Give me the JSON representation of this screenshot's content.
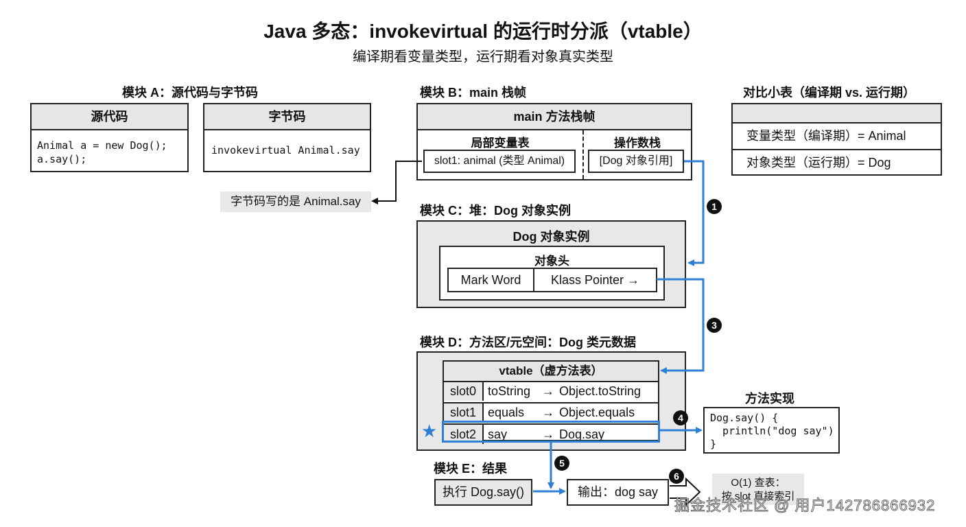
{
  "title": "Java 多态：invokevirtual 的运行时分派（vtable）",
  "subtitle": "编译期看变量类型，运行期看对象真实类型",
  "moduleA": {
    "label": "模块 A：源代码与字节码",
    "source": {
      "header": "源代码",
      "lines": [
        "Animal a = new Dog();",
        "a.say();"
      ]
    },
    "bytecode": {
      "header": "字节码",
      "line": "invokevirtual Animal.say"
    },
    "note": "字节码写的是 Animal.say"
  },
  "moduleB": {
    "label": "模块 B：main 栈帧",
    "frame_header": "main 方法栈帧",
    "locals_header": "局部变量表",
    "locals_slot": "slot1: animal (类型 Animal)",
    "operand_header": "操作数栈",
    "operand_value": "[Dog 对象引用]"
  },
  "compare": {
    "label": "对比小表（编译期 vs. 运行期）",
    "header": "",
    "rows": [
      "变量类型（编译期）= Animal",
      "对象类型（运行期）= Dog"
    ]
  },
  "moduleC": {
    "label": "模块 C：堆：Dog 对象实例",
    "instance_header": "Dog 对象实例",
    "object_header": "对象头",
    "mark_word": "Mark Word",
    "klass_pointer": "Klass Pointer →"
  },
  "moduleD": {
    "label": "模块 D：方法区/元空间：Dog 类元数据",
    "vtable_header": "vtable（虚方法表）",
    "rows": [
      {
        "slot": "slot0",
        "method": "toString",
        "arrow": "→",
        "target": "Object.toString",
        "highlight": false
      },
      {
        "slot": "slot1",
        "method": "equals",
        "arrow": "→",
        "target": "Object.equals",
        "highlight": false
      },
      {
        "slot": "slot2",
        "method": "say",
        "arrow": "→",
        "target": "Dog.say",
        "highlight": true
      }
    ],
    "star_icon": "★"
  },
  "impl": {
    "label": "方法实现",
    "code_lines": [
      "Dog.say() {",
      "  println(\"dog say\")",
      "}"
    ]
  },
  "moduleE": {
    "label": "模块 E：结果",
    "execute": "执行 Dog.say()",
    "output": "输出：dog say",
    "note_lines": [
      "O(1) 查表：",
      "按 slot 直接索引"
    ]
  },
  "steps": [
    "1",
    "3",
    "4",
    "5",
    "6"
  ],
  "colors": {
    "accent": "#2f7fd6",
    "header_bg": "#e6e6e6",
    "module_bg": "#e8e8e8"
  },
  "watermark": "掘金技术社区 @ 用户142786866932"
}
